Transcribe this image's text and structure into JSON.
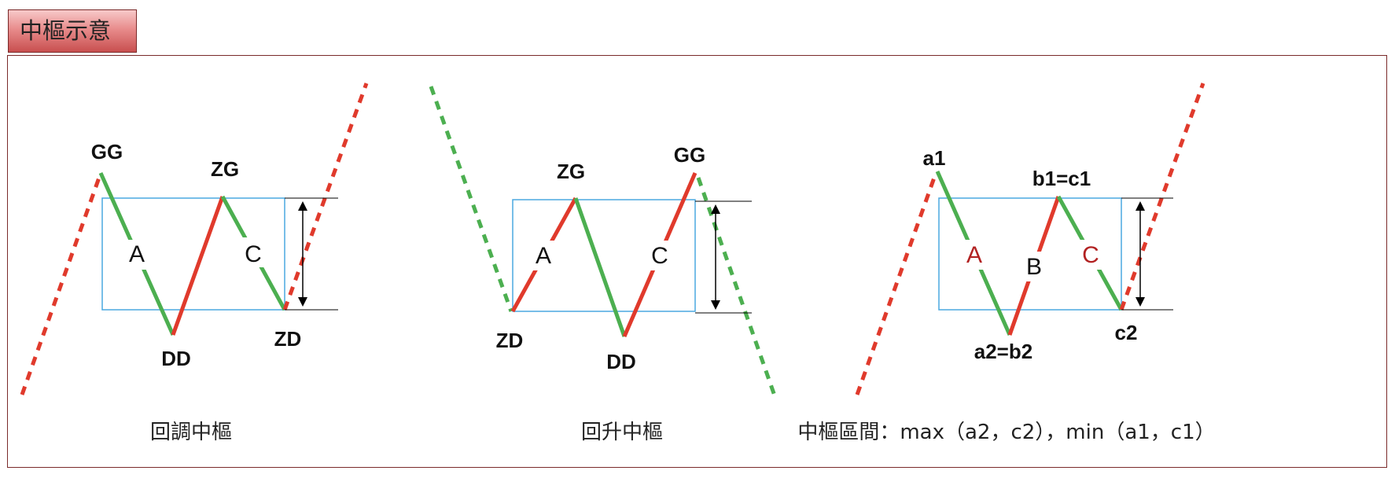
{
  "header": {
    "title": "中樞示意"
  },
  "colors": {
    "up": "#e03a2c",
    "down": "#4caf50",
    "box": "#4aa8e0",
    "frame": "#7a2a2a",
    "seg_red": "#b22222"
  },
  "diagrams": [
    {
      "caption": "回調中樞",
      "points": {
        "gg": "GG",
        "zg": "ZG",
        "dd": "DD",
        "zd": "ZD"
      },
      "segments": {
        "a": "A",
        "c": "C"
      }
    },
    {
      "caption": "回升中樞",
      "points": {
        "zg": "ZG",
        "gg": "GG",
        "zd": "ZD",
        "dd": "DD"
      },
      "segments": {
        "a": "A",
        "c": "C"
      }
    },
    {
      "caption": "中樞區間：max（a2，c2），min（a1，c1）",
      "points": {
        "a1": "a1",
        "b1c1": "b1=c1",
        "a2b2": "a2=b2",
        "c2": "c2"
      },
      "segments": {
        "a": "A",
        "b": "B",
        "c": "C"
      }
    }
  ]
}
